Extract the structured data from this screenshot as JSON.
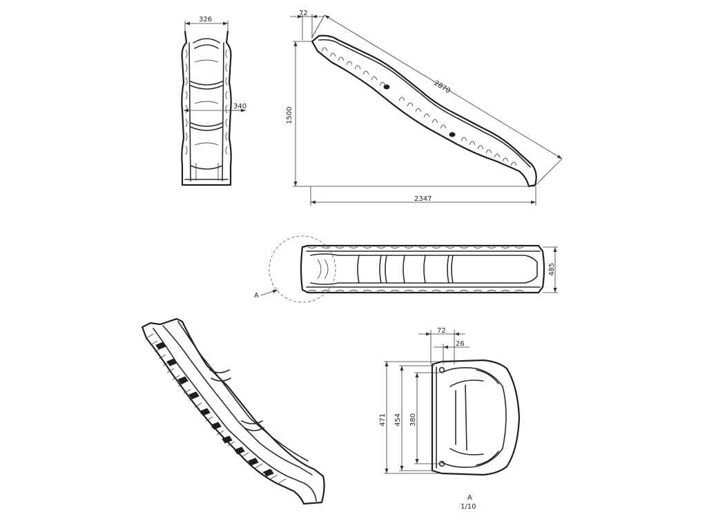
{
  "drawing": {
    "views": {
      "top_front": {
        "width_dim": "326",
        "inner_width_dim": "340"
      },
      "side": {
        "top_offset_dim": "72",
        "slide_length_dim": "2870",
        "height_dim": "1500",
        "base_length_dim": "2347"
      },
      "plan": {
        "width_dim": "485",
        "detail_callout": "A"
      },
      "perspective": {},
      "detail": {
        "dim_72": "72",
        "dim_26": "26",
        "dim_471": "471",
        "dim_454": "454",
        "dim_380": "380",
        "caption_letter": "A",
        "caption_scale": "1/10"
      }
    }
  }
}
